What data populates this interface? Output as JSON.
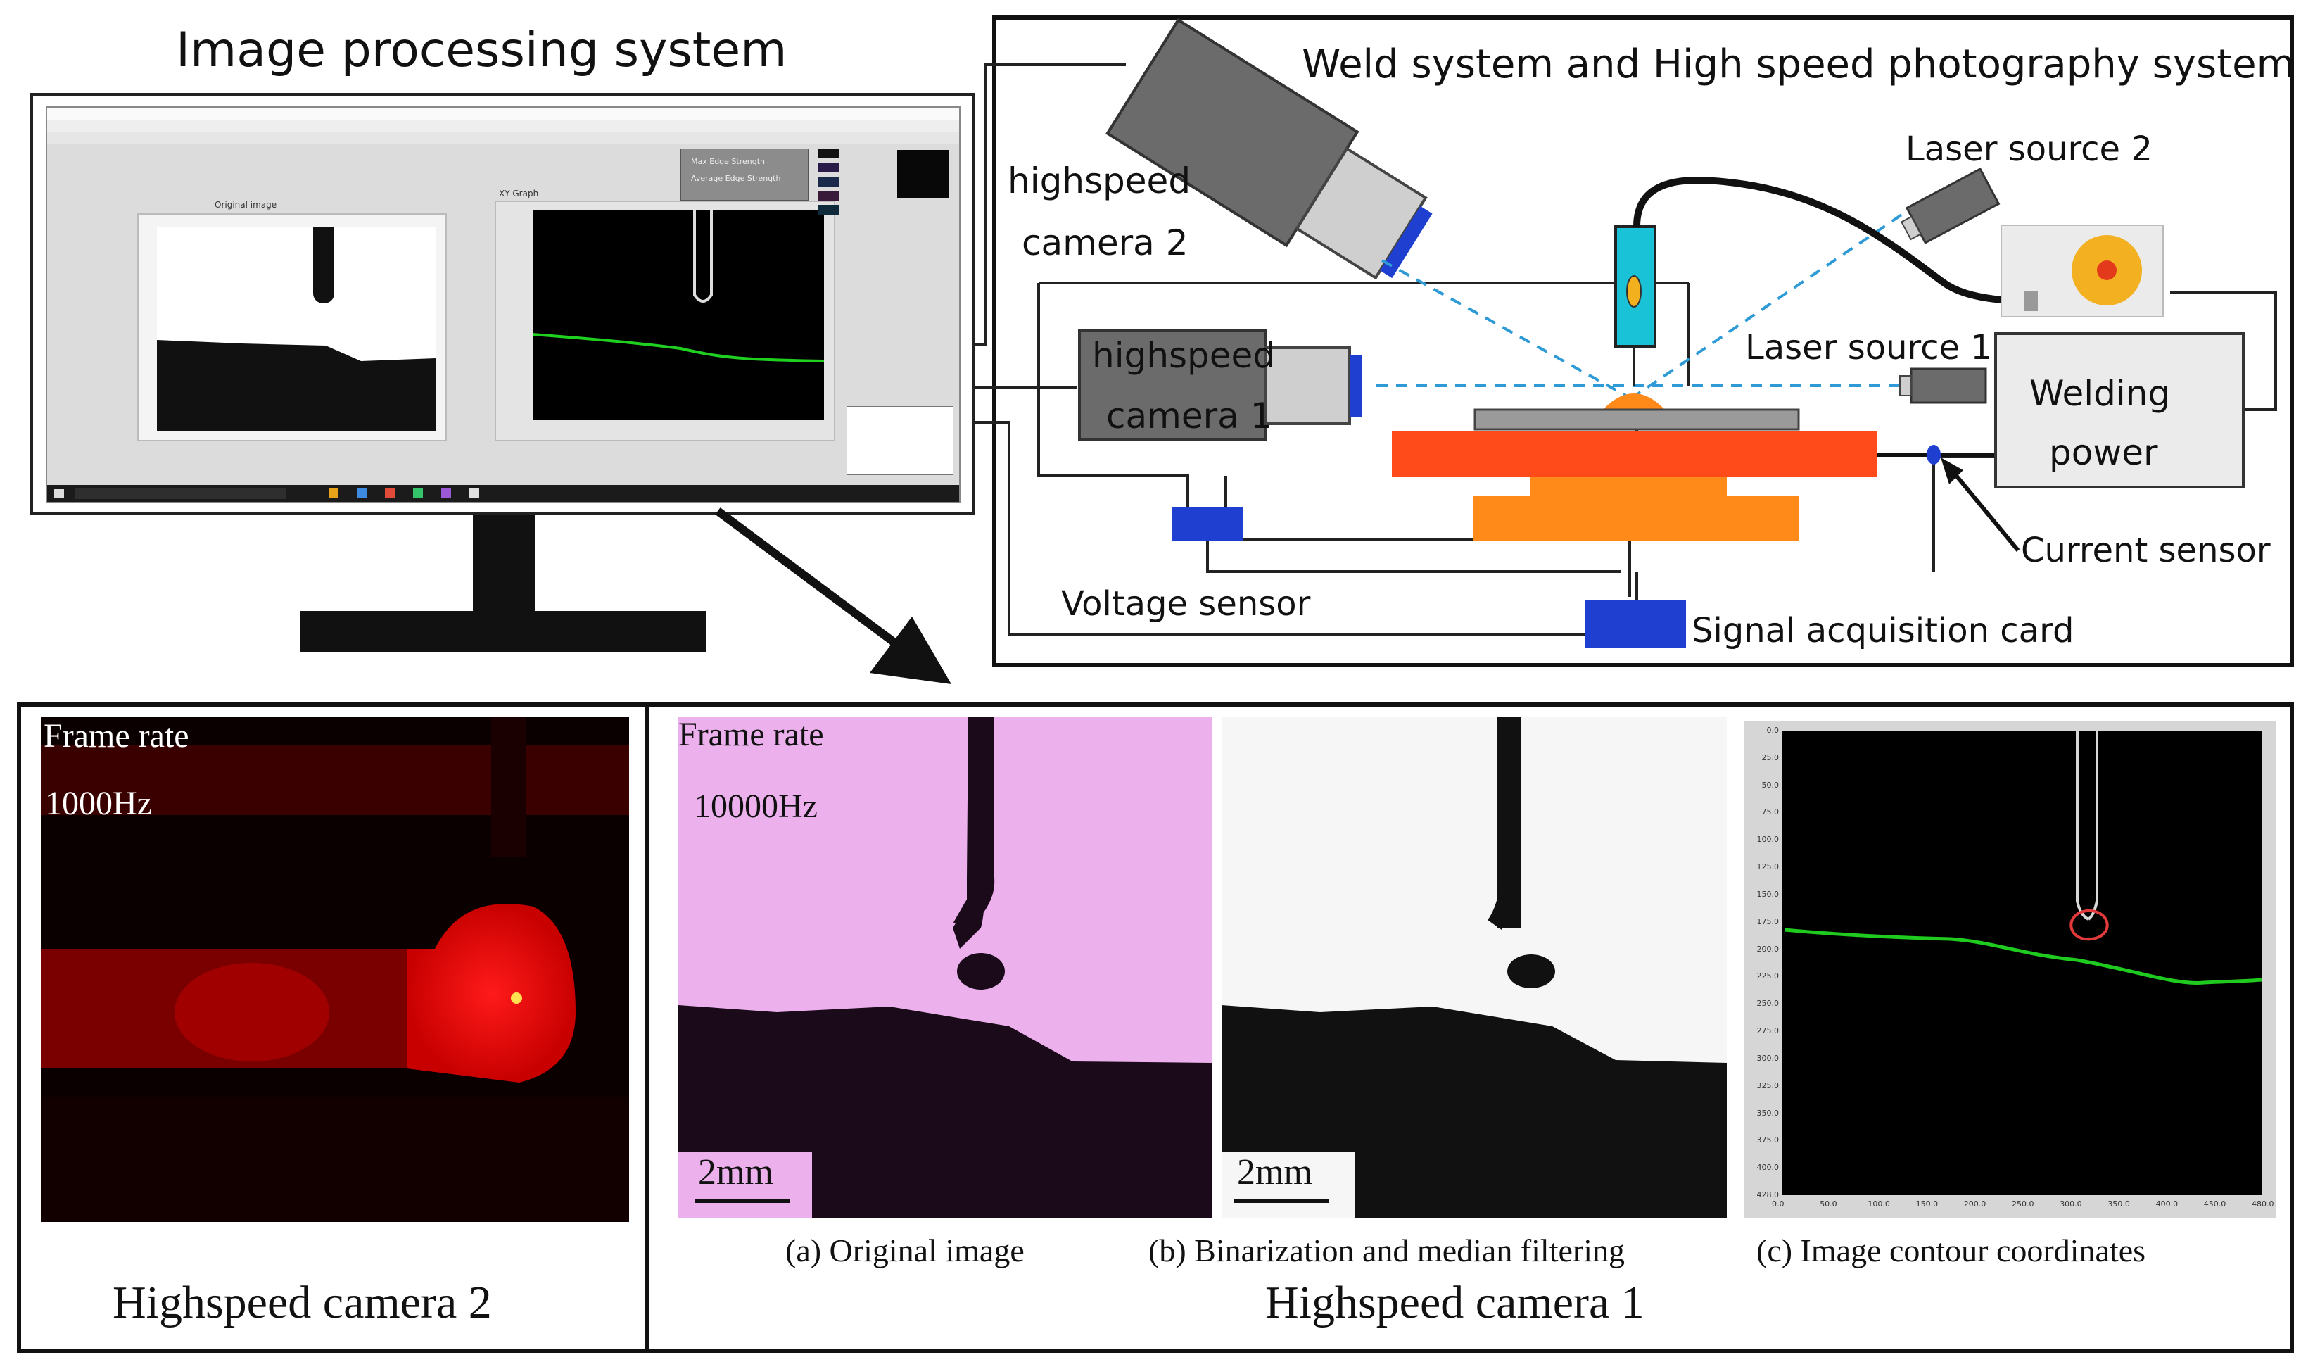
{
  "monitor": {
    "title": "Image processing system",
    "screen": {
      "left_panel_label": "Original image",
      "right_panel_label": "XY Graph",
      "info_lines": [
        "Max Edge Strength",
        "Average Edge Strength"
      ]
    }
  },
  "schematic": {
    "title": "Weld system and High speed photography system",
    "labels": {
      "cam2_line1": "highspeed",
      "cam2_line2": "camera 2",
      "cam1_line1": "highspeed",
      "cam1_line2": "camera 1",
      "laser2": "Laser source 2",
      "laser1": "Laser source 1",
      "welding_line1": "Welding",
      "welding_line2": "power",
      "current_sensor": "Current sensor",
      "voltage_sensor": "Voltage sensor",
      "signal_card": "Signal acquisition card"
    }
  },
  "bottom": {
    "cam2": {
      "frame_rate_label": "Frame rate",
      "frame_rate_value": "1000Hz",
      "caption": "Highspeed camera 2"
    },
    "cam1": {
      "caption": "Highspeed camera 1",
      "panel_a": {
        "frame_rate_label": "Frame rate",
        "frame_rate_value": "10000Hz",
        "scale": "2mm",
        "caption": "(a)  Original image"
      },
      "panel_b": {
        "scale": "2mm",
        "caption": "(b) Binarization and median filtering"
      },
      "panel_c": {
        "caption": "(c) Image contour coordinates",
        "y_ticks": [
          "0.0",
          "25.0",
          "50.0",
          "75.0",
          "100.0",
          "125.0",
          "150.0",
          "175.0",
          "200.0",
          "225.0",
          "250.0",
          "275.0",
          "300.0",
          "325.0",
          "350.0",
          "375.0",
          "400.0",
          "428.0"
        ],
        "x_ticks": [
          "0.0",
          "50.0",
          "100.0",
          "150.0",
          "200.0",
          "250.0",
          "300.0",
          "350.0",
          "400.0",
          "450.0",
          "480.0"
        ]
      }
    }
  },
  "colors": {
    "dashed": "#2e9bd6",
    "workpiece": "#ff4a1a",
    "base": "#ff8a1a",
    "sensor": "#1f3fd1",
    "camera_body": "#6b6b6b",
    "contour_green": "#1ecb1e",
    "droplet_red": "#e23a3a"
  }
}
